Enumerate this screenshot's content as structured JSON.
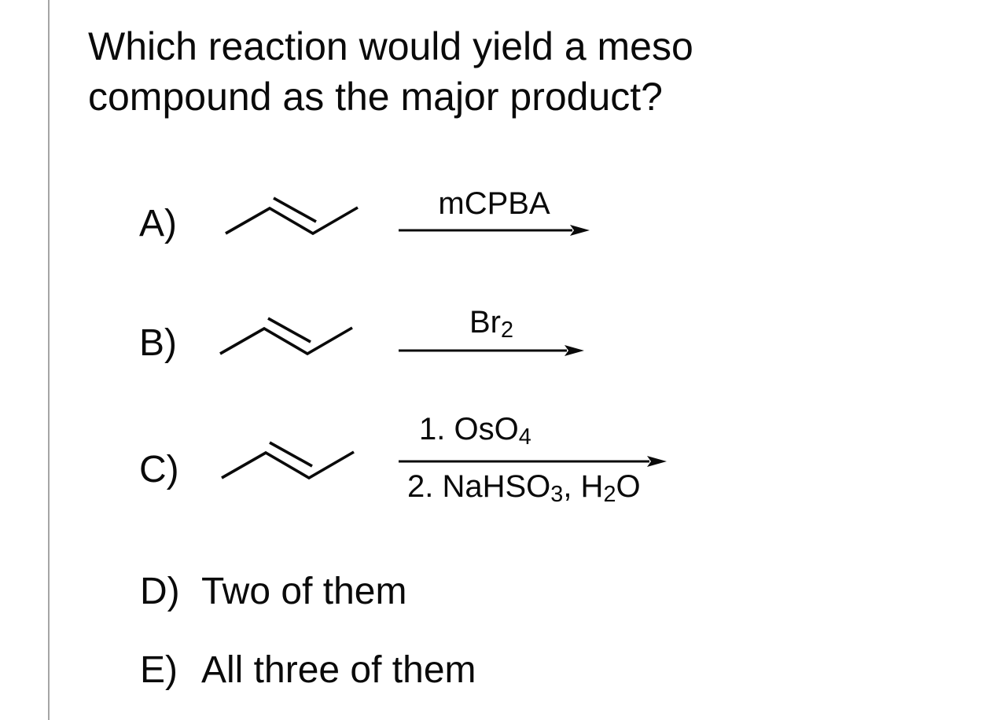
{
  "page": {
    "background": "#ffffff",
    "divider_color": "#a5a5a5",
    "text_color": "#0a0a0a"
  },
  "question": {
    "line1": "Which reaction would yield a meso",
    "line2": "compound as the major product?"
  },
  "reactions": [
    {
      "label": "A)",
      "molecule": "trans-2-butene skeletal structure",
      "above": [
        {
          "text": "mCPBA",
          "sub": false
        }
      ],
      "below": []
    },
    {
      "label": "B)",
      "molecule": "trans-2-butene skeletal structure",
      "above": [
        {
          "text": "Br",
          "sub": false
        },
        {
          "text": "2",
          "sub": true
        }
      ],
      "below": []
    },
    {
      "label": "C)",
      "molecule": "trans-2-butene skeletal structure",
      "above": [
        {
          "text": "1. OsO",
          "sub": false
        },
        {
          "text": "4",
          "sub": true
        }
      ],
      "below": [
        {
          "text": "2. NaHSO",
          "sub": false
        },
        {
          "text": "3",
          "sub": true
        },
        {
          "text": ", H",
          "sub": false
        },
        {
          "text": "2",
          "sub": true
        },
        {
          "text": "O",
          "sub": false
        }
      ]
    }
  ],
  "answers": [
    {
      "label": "D)",
      "text": "Two of them"
    },
    {
      "label": "E)",
      "text": "All three of them"
    }
  ]
}
